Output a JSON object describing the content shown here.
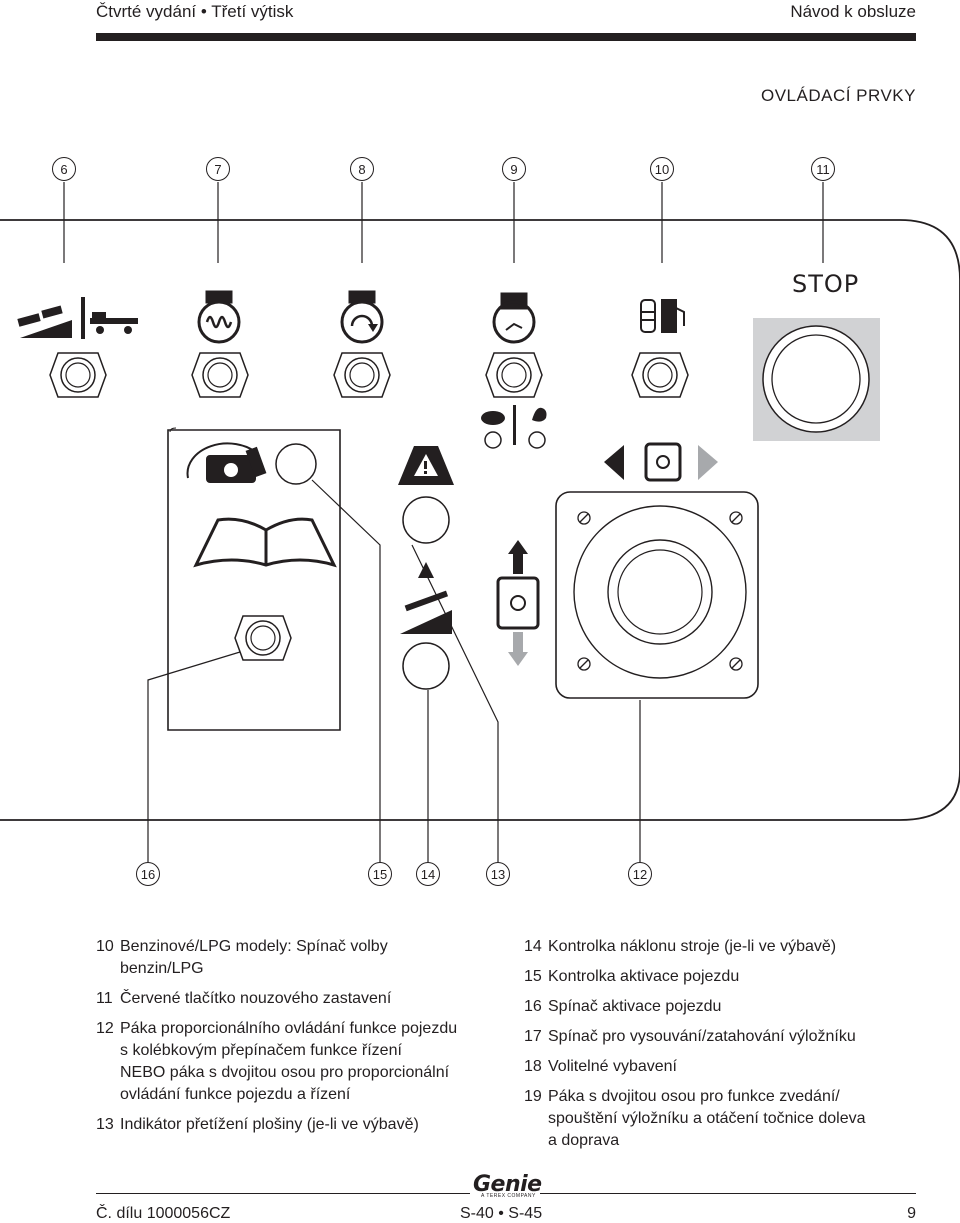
{
  "header": {
    "left": "Čtvrté vydání • Třetí výtisk",
    "right": "Návod k obsluze"
  },
  "section_title": "OVLÁDACÍ PRVKY",
  "panel": {
    "stop_label": "STOP",
    "callouts_top": [
      "6",
      "7",
      "8",
      "9",
      "10",
      "11"
    ],
    "callouts_bottom": [
      "16",
      "15",
      "14",
      "13",
      "12"
    ]
  },
  "legend_left": [
    {
      "num": "10",
      "lines": [
        "Benzinové/LPG modely: Spínač volby",
        "benzin/LPG"
      ]
    },
    {
      "num": "11",
      "lines": [
        "Červené tlačítko nouzového zastavení"
      ]
    },
    {
      "num": "12",
      "lines": [
        "Páka proporcionálního ovládání funkce pojezdu",
        "s kolébkovým přepínačem funkce řízení",
        "NEBO páka s dvojitou osou pro proporcionální",
        "ovládání funkce pojezdu a řízení"
      ]
    },
    {
      "num": "13",
      "lines": [
        "Indikátor přetížení plošiny (je-li ve výbavě)"
      ]
    }
  ],
  "legend_right": [
    {
      "num": "14",
      "lines": [
        "Kontrolka náklonu stroje (je-li ve výbavě)"
      ]
    },
    {
      "num": "15",
      "lines": [
        "Kontrolka aktivace pojezdu"
      ]
    },
    {
      "num": "16",
      "lines": [
        "Spínač aktivace pojezdu"
      ]
    },
    {
      "num": "17",
      "lines": [
        "Spínač pro vysouvání/zatahování výložníku"
      ]
    },
    {
      "num": "18",
      "lines": [
        "Volitelné vybavení"
      ]
    },
    {
      "num": "19",
      "lines": [
        "Páka s dvojitou osou pro funkce zvedání/",
        "spouštění výložníku a otáčení točnice doleva",
        "a doprava"
      ]
    }
  ],
  "footer": {
    "logo": "Genie",
    "logo_sub": "A TEREX COMPANY",
    "left": "Č. dílu 1000056CZ",
    "center": "S-40 • S-45",
    "right": "9"
  }
}
